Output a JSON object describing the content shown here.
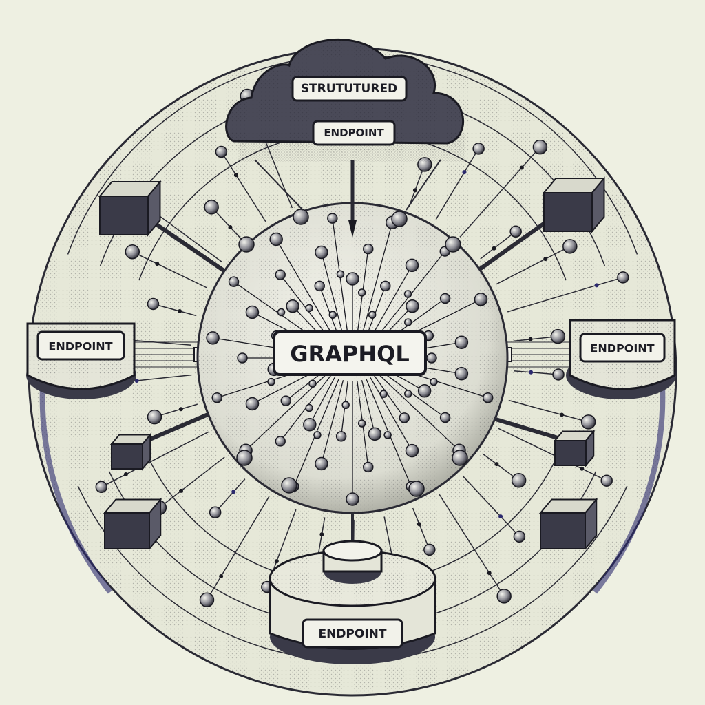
{
  "diagram": {
    "center_label": "GRAPHQL",
    "cloud_labels": [
      "STRUTUTURED",
      "ENDPOINT"
    ],
    "endpoints": {
      "left": "ENDPOINT",
      "right": "ENDPOINT",
      "bottom": "ENDPOINT"
    }
  },
  "colors": {
    "background": "#eef0e2",
    "ink": "#1c1c24",
    "cloud_fill": "#4a4a58",
    "accent": "#2c2a6e"
  }
}
